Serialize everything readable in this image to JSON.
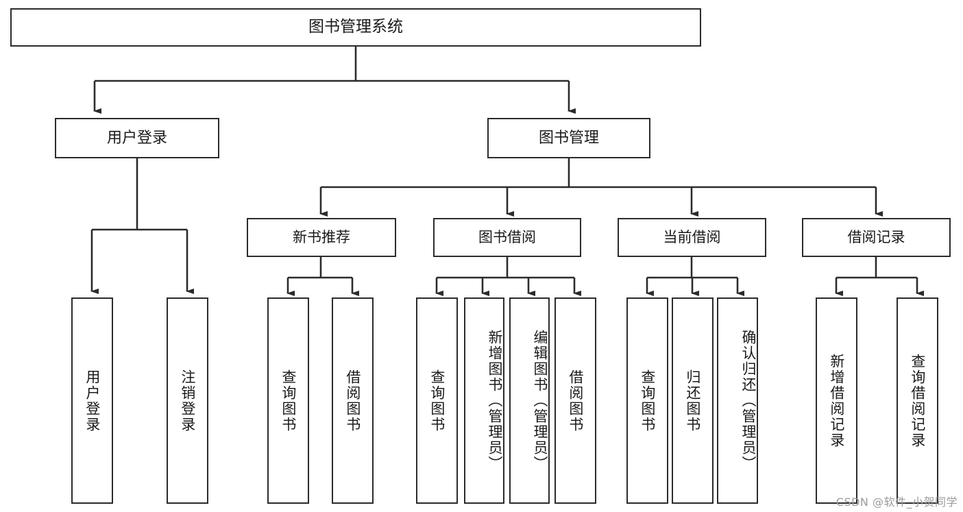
{
  "diagram": {
    "title": "图书管理系统",
    "type": "tree-hierarchy-chart",
    "root": {
      "label": "图书管理系统"
    },
    "level1": [
      {
        "label": "用户登录"
      },
      {
        "label": "图书管理"
      }
    ],
    "level2": [
      {
        "label": "新书推荐"
      },
      {
        "label": "图书借阅"
      },
      {
        "label": "当前借阅"
      },
      {
        "label": "借阅记录"
      }
    ],
    "leaves": {
      "user_login": [
        {
          "label": "用户登录"
        },
        {
          "label": "注销登录"
        }
      ],
      "new_book_recommend": [
        {
          "label": "查询图书"
        },
        {
          "label": "借阅图书"
        }
      ],
      "book_borrow": [
        {
          "label": "查询图书"
        },
        {
          "label": "新增图书（管理员）"
        },
        {
          "label": "编辑图书（管理员）"
        },
        {
          "label": "借阅图书"
        }
      ],
      "current_borrow": [
        {
          "label": "查询图书"
        },
        {
          "label": "归还图书"
        },
        {
          "label": "确认归还（管理员）"
        }
      ],
      "borrow_record": [
        {
          "label": "新增借阅记录"
        },
        {
          "label": "查询借阅记录"
        }
      ]
    }
  },
  "watermark": {
    "text": "CSDN @软件_小贺同学"
  },
  "colors": {
    "border": "#2b2b2b",
    "background": "#ffffff",
    "text": "#1a1a1a",
    "watermark": "#9a9a9a"
  }
}
